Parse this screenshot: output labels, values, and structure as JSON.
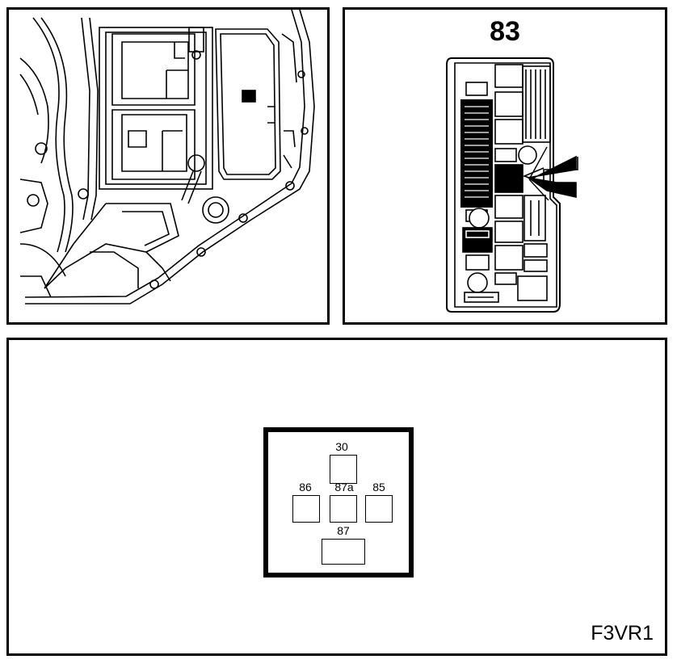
{
  "fuse_box": {
    "number": "83"
  },
  "relay": {
    "pins": {
      "p30": "30",
      "p86": "86",
      "p87a": "87a",
      "p85": "85",
      "p87": "87"
    }
  },
  "figure_code": "F3VR1"
}
